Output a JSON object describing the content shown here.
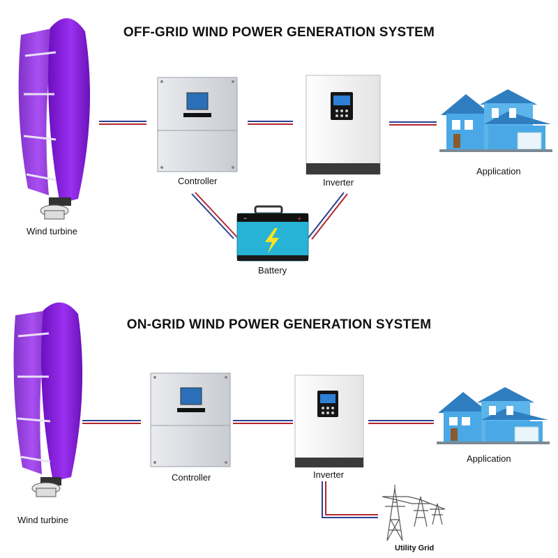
{
  "off_grid": {
    "title": "OFF-GRID WIND POWER GENERATION SYSTEM",
    "labels": {
      "wind_turbine": "Wind turbine",
      "controller": "Controller",
      "inverter": "Inverter",
      "battery": "Battery",
      "application": "Application"
    }
  },
  "on_grid": {
    "title": "ON-GRID WIND POWER GENERATION SYSTEM",
    "labels": {
      "wind_turbine": "Wind turbine",
      "controller": "Controller",
      "inverter": "Inverter",
      "application": "Application",
      "utility_grid": "Utility Grid"
    }
  },
  "colors": {
    "turbine": "#8a1fe0",
    "wire_red": "#b3262e",
    "wire_blue": "#2b3f8f",
    "house": "#3f9ad8",
    "battery": "#27b3d6"
  }
}
